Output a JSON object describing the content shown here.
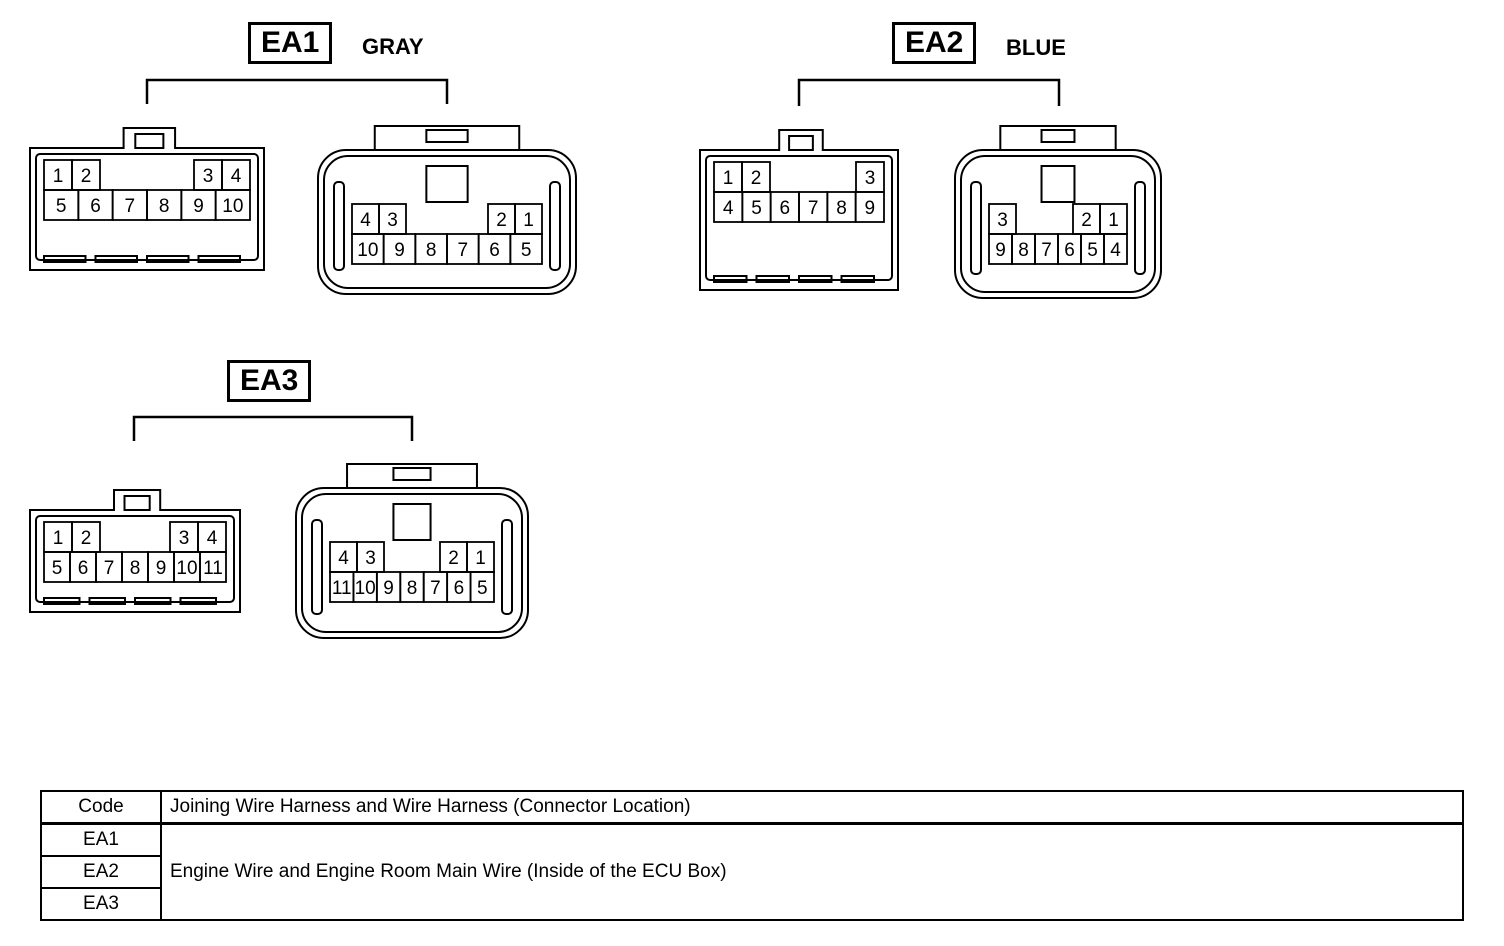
{
  "connectors": [
    {
      "code": "EA1",
      "color": "GRAY",
      "female_pins": {
        "top_left": [
          "1",
          "2"
        ],
        "top_right": [
          "3",
          "4"
        ],
        "bottom": [
          "5",
          "6",
          "7",
          "8",
          "9",
          "10"
        ]
      },
      "male_pins": {
        "top_left": [
          "4",
          "3"
        ],
        "top_right": [
          "2",
          "1"
        ],
        "bottom": [
          "10",
          "9",
          "8",
          "7",
          "6",
          "5"
        ]
      }
    },
    {
      "code": "EA2",
      "color": "BLUE",
      "female_pins": {
        "top_left": [
          "1",
          "2"
        ],
        "top_right": [
          "3"
        ],
        "bottom": [
          "4",
          "5",
          "6",
          "7",
          "8",
          "9"
        ]
      },
      "male_pins": {
        "top_left": [
          "3"
        ],
        "top_right": [
          "2",
          "1"
        ],
        "bottom": [
          "9",
          "8",
          "7",
          "6",
          "5",
          "4"
        ]
      }
    },
    {
      "code": "EA3",
      "color": "",
      "female_pins": {
        "top_left": [
          "1",
          "2"
        ],
        "top_right": [
          "3",
          "4"
        ],
        "bottom": [
          "5",
          "6",
          "7",
          "8",
          "9",
          "10",
          "11"
        ]
      },
      "male_pins": {
        "top_left": [
          "4",
          "3"
        ],
        "top_right": [
          "2",
          "1"
        ],
        "bottom": [
          "11",
          "10",
          "9",
          "8",
          "7",
          "6",
          "5"
        ]
      }
    }
  ],
  "legend": {
    "header": {
      "code": "Code",
      "description": "Joining Wire Harness and Wire Harness (Connector Location)"
    },
    "rows": [
      {
        "code": "EA1"
      },
      {
        "code": "EA2"
      },
      {
        "code": "EA3"
      }
    ],
    "description": "Engine Wire and Engine Room Main Wire (Inside of the ECU Box)"
  }
}
